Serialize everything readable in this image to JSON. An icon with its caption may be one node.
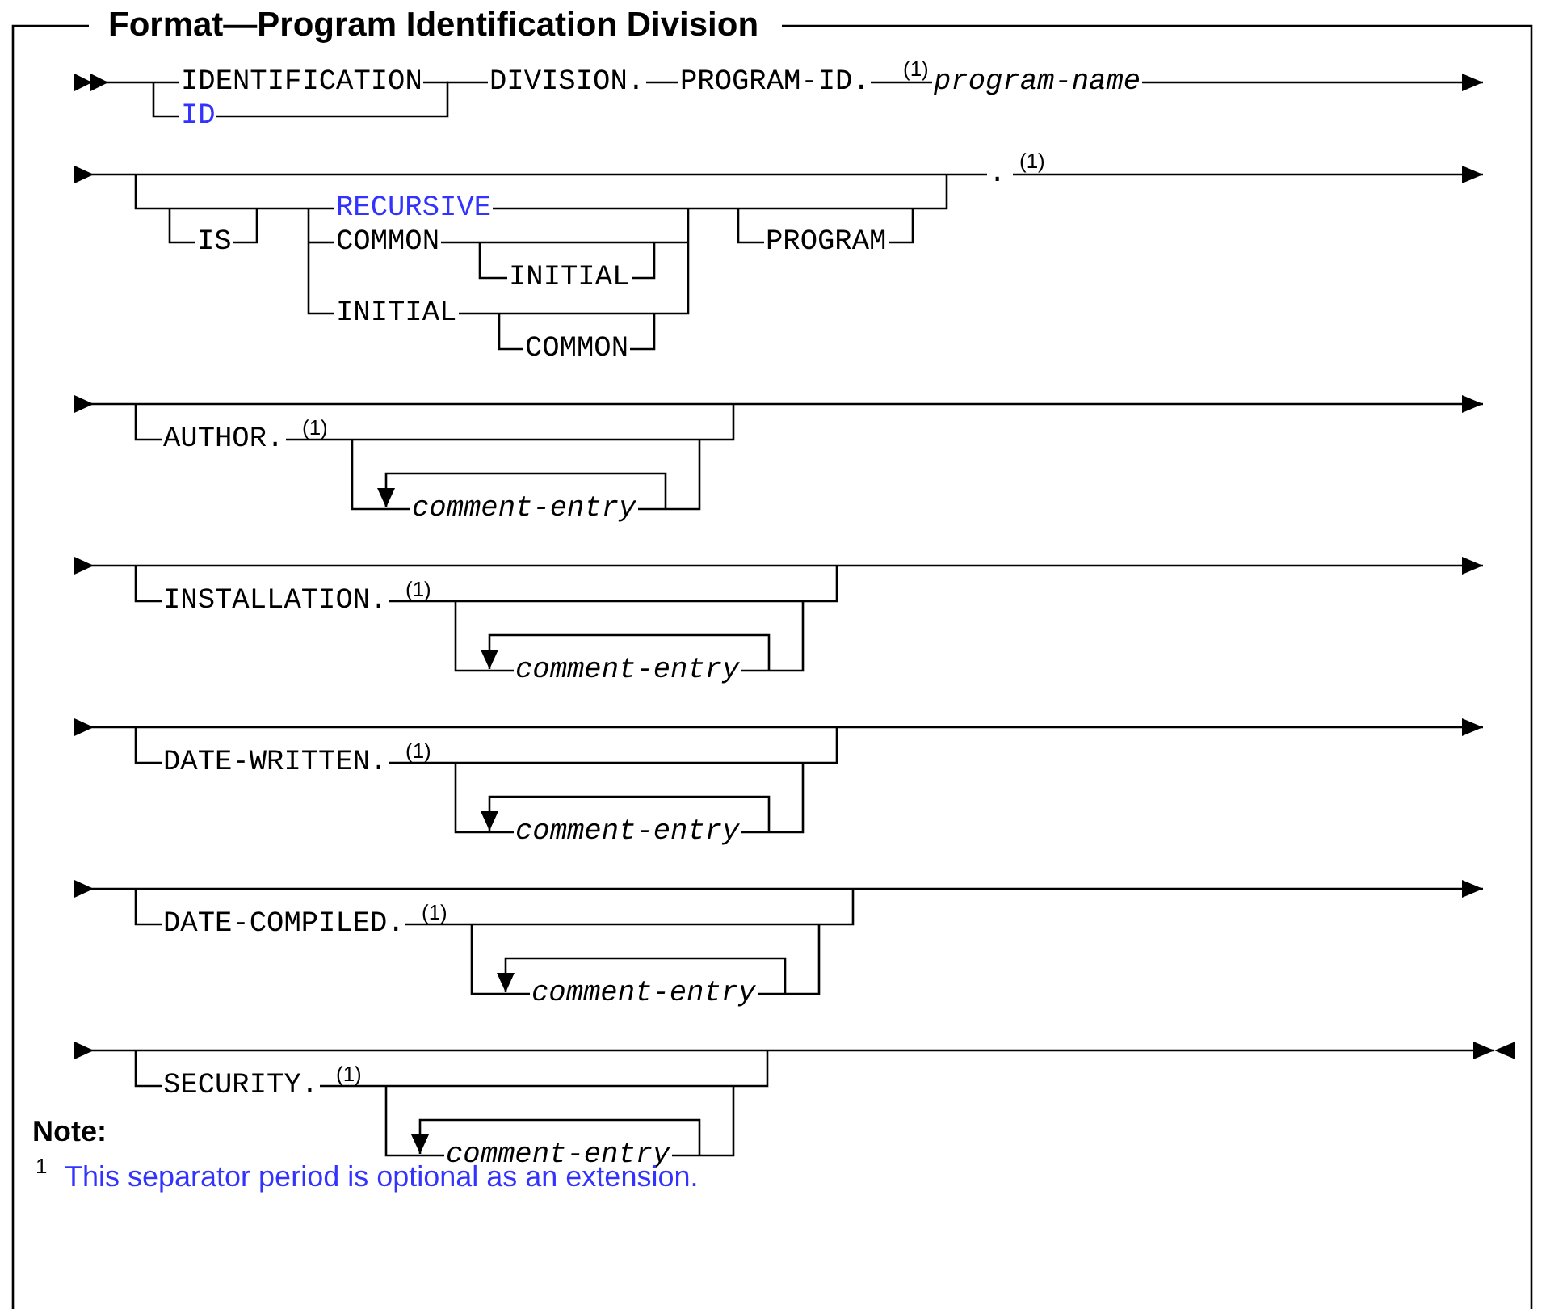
{
  "diagram": {
    "title": "Format—Program Identification Division",
    "labels": [
      "IDENTIFICATION",
      "ID",
      "DIVISION.",
      "PROGRAM-ID.",
      "(1)",
      "program-name",
      "IS",
      "RECURSIVE",
      "COMMON",
      "INITIAL",
      "INITIAL",
      "COMMON",
      "PROGRAM",
      ".",
      "(1)",
      "AUTHOR.",
      "(1)",
      "comment-entry",
      "INSTALLATION.",
      "(1)",
      "comment-entry",
      "DATE-WRITTEN.",
      "(1)",
      "comment-entry",
      "DATE-COMPILED.",
      "(1)",
      "comment-entry",
      "SECURITY.",
      "(1)",
      "comment-entry",
      "Note:",
      "1",
      "This separator period is optional as an extension."
    ]
  }
}
